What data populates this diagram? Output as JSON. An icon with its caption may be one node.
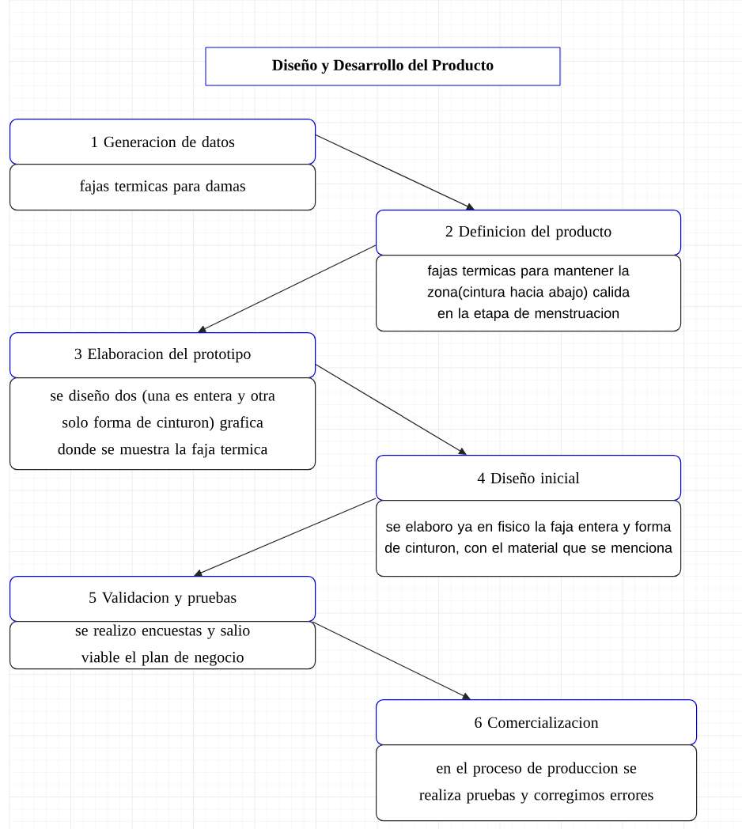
{
  "diagram": {
    "title": "Diseño y Desarrollo del Producto",
    "nodes": [
      {
        "text": [
          "1 Generacion de datos"
        ]
      },
      {
        "text": [
          "fajas termicas para damas"
        ]
      },
      {
        "text": [
          "2 Definicion del producto"
        ]
      },
      {
        "text": [
          "fajas termicas para mantener la zona(cintura hacia abajo) calida en la etapa de  menstruacion"
        ]
      },
      {
        "text": [
          "3 Elaboracion del prototipo"
        ]
      },
      {
        "text": [
          "se diseño dos (una es entera y otra solo forma de cinturon) grafica donde se muestra la faja termica"
        ]
      },
      {
        "text": [
          "4 Diseño inicial"
        ]
      },
      {
        "text": [
          "se elaboro ya en fisico la faja entera y forma de cinturon, con el material que se menciona"
        ]
      },
      {
        "text": [
          "5 Validacion y pruebas"
        ]
      },
      {
        "text": [
          "se realizo encuestas y salio viable el plan de negocio"
        ]
      },
      {
        "text": [
          "6 Comercializacion"
        ]
      },
      {
        "text": [
          "en el proceso de produccion se realiza pruebas y corregimos errores"
        ]
      }
    ],
    "edges": [
      {
        "from": 0,
        "to": 2,
        "arrow": "to"
      },
      {
        "from": 2,
        "to": 4,
        "arrow": "to"
      },
      {
        "from": 4,
        "to": 6,
        "arrow": "to"
      },
      {
        "from": 6,
        "to": 8,
        "arrow": "to"
      },
      {
        "from": 8,
        "to": 10,
        "arrow": "to"
      }
    ]
  }
}
